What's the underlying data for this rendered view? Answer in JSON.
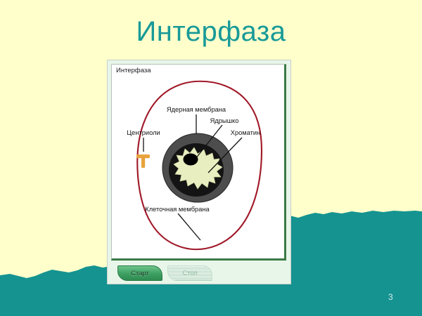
{
  "slide": {
    "title": "Интерфаза",
    "page_number": "3",
    "background_color": "#ffffcc",
    "title_color": "#189a98",
    "accent_color": "#159391"
  },
  "applet": {
    "canvas_caption": "Интерфаза",
    "canvas_background": "#ffffff",
    "frame_background": "#e8f6ea",
    "frame_border_color": "#3b7a46",
    "controls": [
      {
        "name": "start",
        "label": "Старт",
        "state": "enabled",
        "color": "#3e9f62"
      },
      {
        "name": "stop",
        "label": "Стоп",
        "state": "disabled",
        "color": "#cfe7d6"
      }
    ]
  },
  "diagram": {
    "title": "Интерфаза",
    "cell_membrane_color": "#a01828",
    "nuclear_envelope_color": "#4d4d4d",
    "nucleoplasm_color": "#111111",
    "chromatin_color": "#e9eec0",
    "nucleolus_color": "#000000",
    "centriole_color": "#e8a33d",
    "labels": [
      {
        "id": "nuclear-membrane",
        "text": "Ядерная мембрана"
      },
      {
        "id": "nucleolus",
        "text": "Ядрышко"
      },
      {
        "id": "chromatin",
        "text": "Хроматин"
      },
      {
        "id": "centrioles",
        "text": "Центриоли"
      },
      {
        "id": "cell-membrane",
        "text": "Клеточная мембрана"
      }
    ]
  }
}
